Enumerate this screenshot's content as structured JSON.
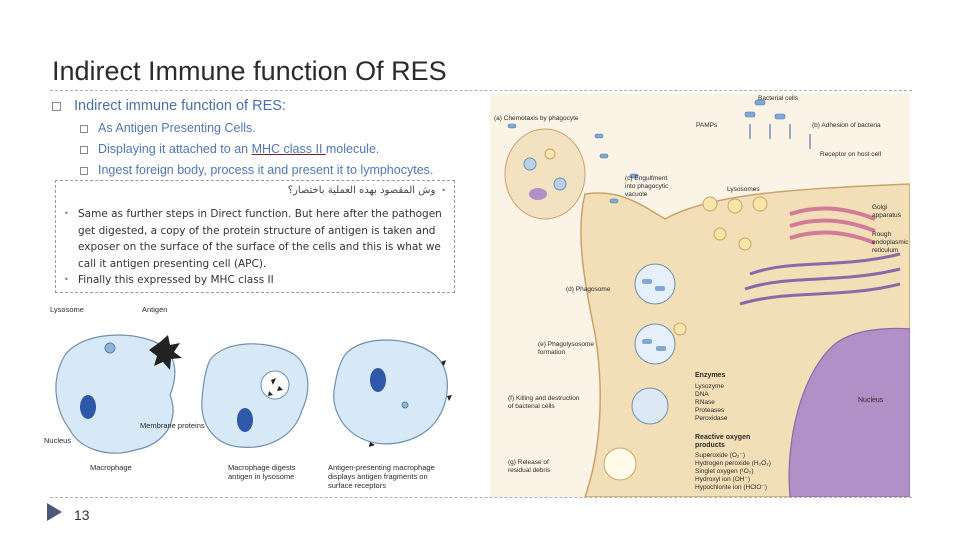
{
  "slide": {
    "title": "Indirect Immune function Of RES",
    "level1": "Indirect immune function of RES:",
    "subs": [
      {
        "pre": "As Antigen Presenting Cells.",
        "u": "",
        "post": ""
      },
      {
        "pre": "Displaying it attached to an ",
        "u": "MHC  class II ",
        "post": "molecule."
      },
      {
        "pre": "Ingest foreign body,  process it and present it to lymphocytes.",
        "u": "",
        "post": ""
      }
    ],
    "page_number": "13"
  },
  "note": {
    "arabic": "وش المقصود بهذه العملية باختصار؟",
    "bullets": [
      "Same as further steps in Direct function. But here after the pathogen get digested, a copy of the protein structure of antigen is taken and exposer on the surface of the surface of the cells and this is what we call it antigen presenting cell (APC).",
      "Finally this expressed by MHC class II"
    ],
    "bullet_glyph": "•"
  },
  "left_figure": {
    "labels": {
      "lysosome": "Lysosome",
      "antigen": "Antigen",
      "membrane": "Membrane\nproteins",
      "nucleus": "Nucleus",
      "cap1": "Macrophage",
      "cap2a": "Macrophage digests",
      "cap2b": "antigen in lysosome",
      "cap3a": "Antigen-presenting macrophage",
      "cap3b": "displays antigen fragments on",
      "cap3c": "surface receptors"
    }
  },
  "right_figure": {
    "labels": {
      "bacterial_cells": "Bacterial cells",
      "a": "(a) Chemotaxis by phagocyte",
      "pamps": "PAMPs",
      "b": "(b) Adhesion of bacteria",
      "receptor": "Receptor on host cell",
      "c1": "(c) Engulfment",
      "c2": "into phagocytic",
      "c3": "vacuole",
      "lysosomes": "Lysosomes",
      "golgi1": "Golgi",
      "golgi2": "apparatus",
      "rer1": "Rough",
      "rer2": "endoplasmic",
      "rer3": "reticulum",
      "d": "(d) Phagosome",
      "e1": "(e) Phagolysosome",
      "e2": "formation",
      "enzymes": "Enzymes",
      "enz_list": [
        "Lysozyme",
        "DNA",
        "RNase",
        "Proteases",
        "Peroxidase"
      ],
      "f1": "(f) Killing and destruction",
      "f2": "of bacterial cells",
      "ros1": "Reactive oxygen",
      "ros2": "products",
      "ros_list": [
        "Superoxide (O₂⁻)",
        "Hydrogen peroxide (H₂O₂)",
        "Singlet oxygen (¹O₂)",
        "Hydroxyl ion (OH⁻)",
        "Hypochlorite ion (HClO⁻)"
      ],
      "nucleus": "Nucleus",
      "g1": "(g) Release of",
      "g2": "residual debris"
    }
  }
}
